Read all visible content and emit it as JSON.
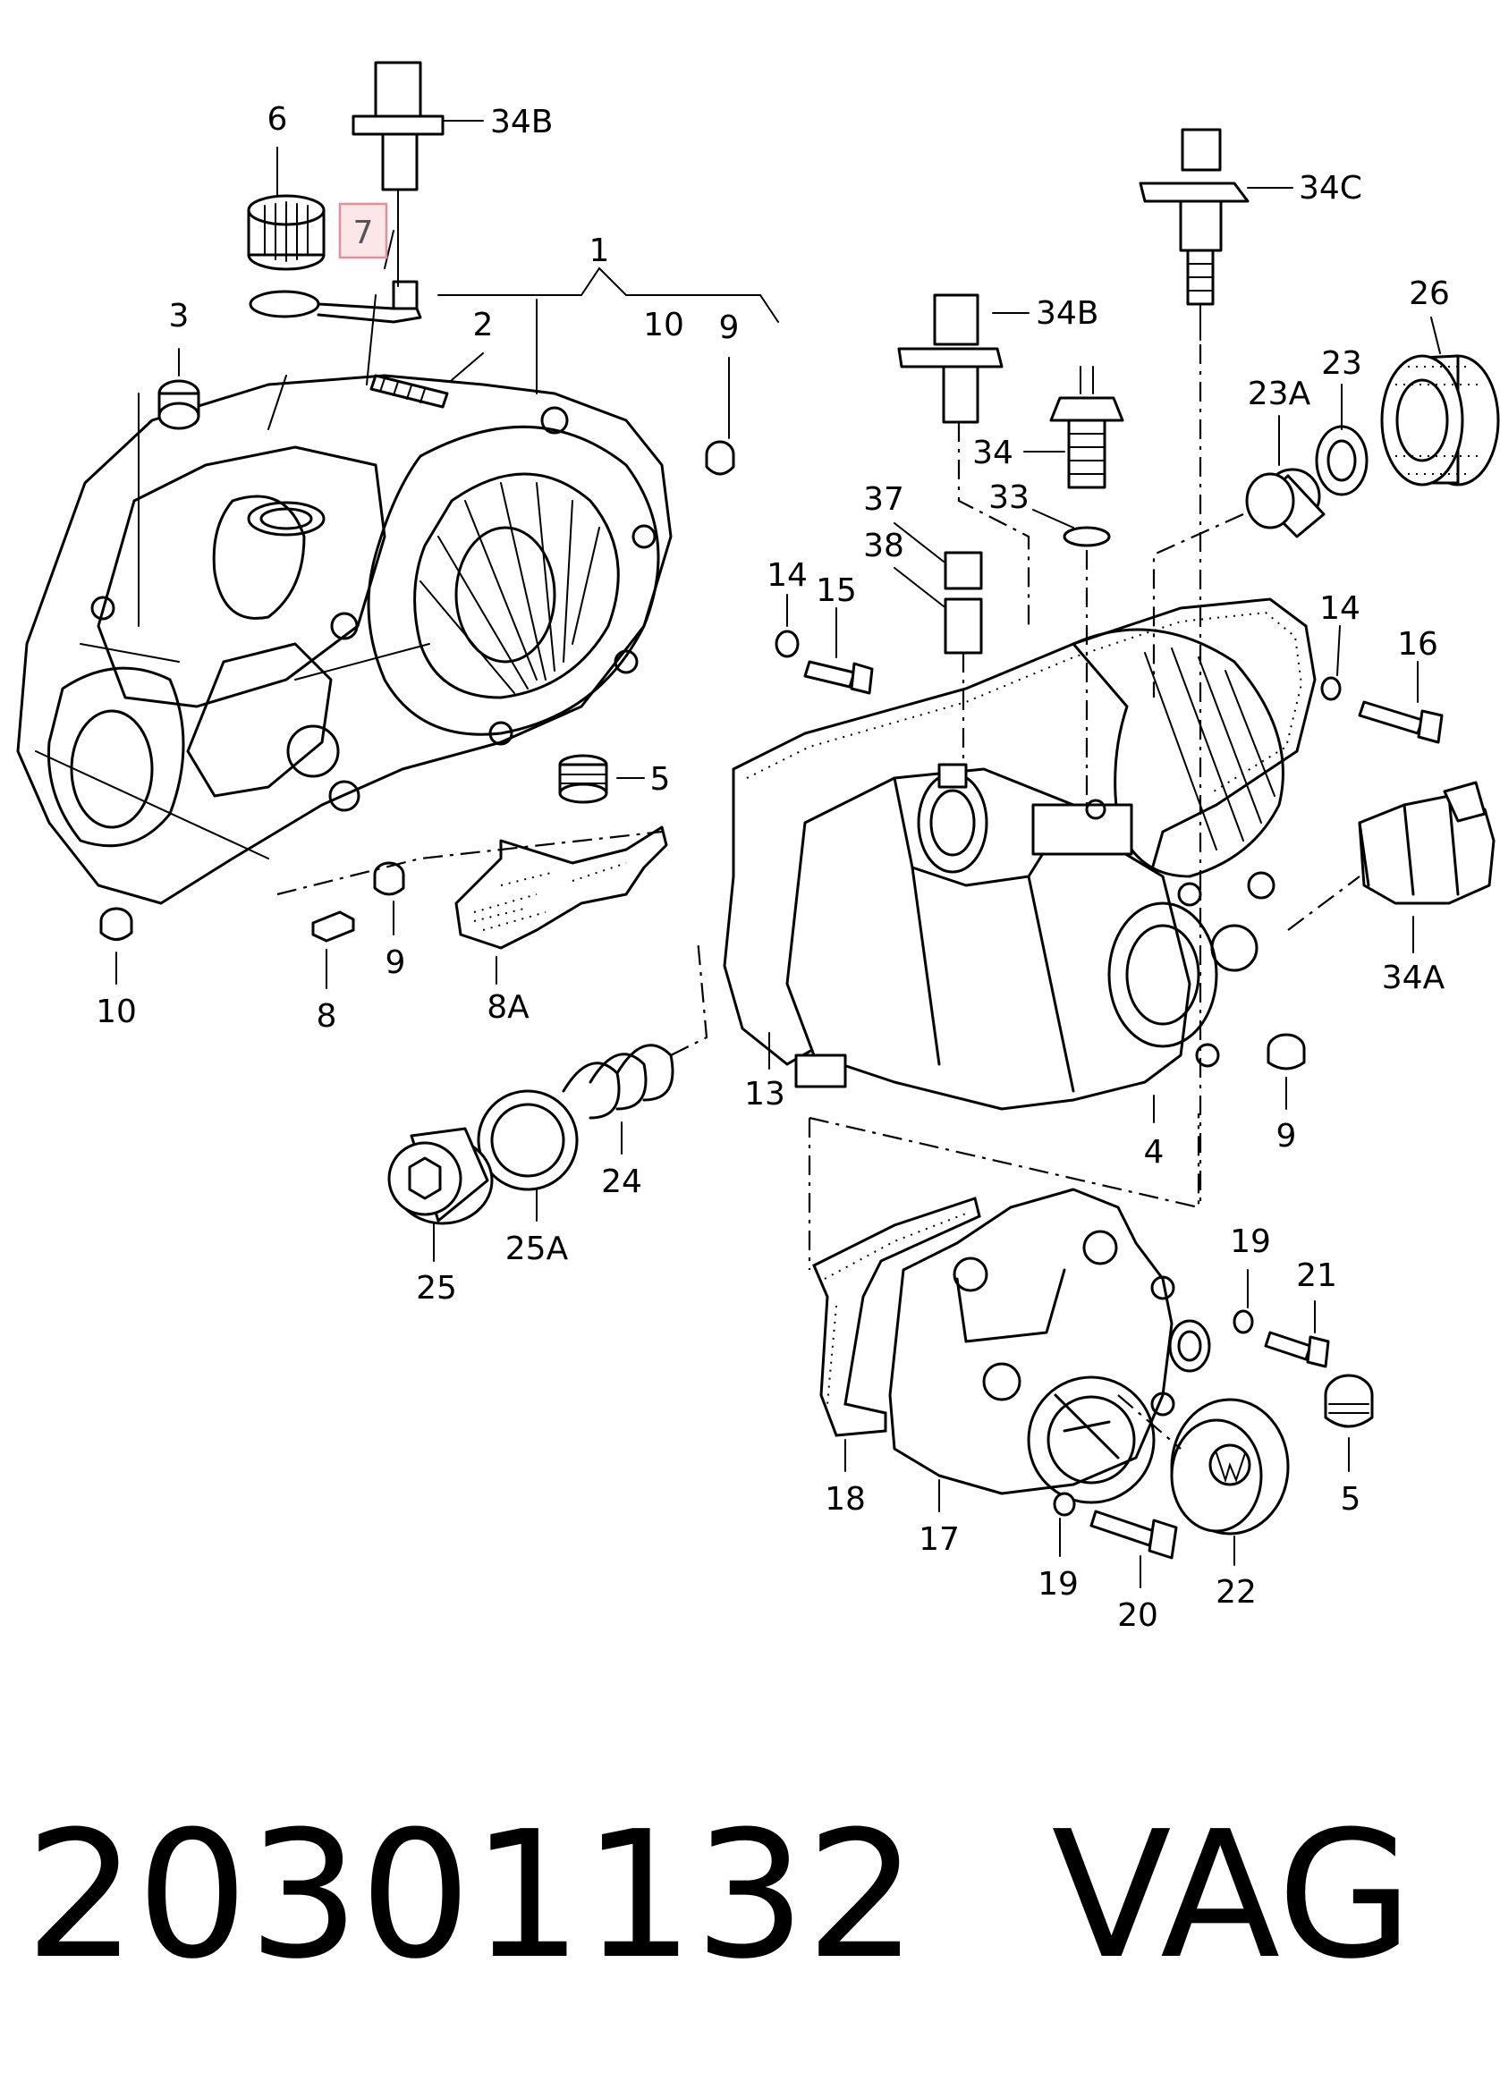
{
  "parts": [
    {
      "id": "p6",
      "label": "6"
    },
    {
      "id": "p34b_top",
      "label": "34B"
    },
    {
      "id": "p7",
      "label": "7",
      "highlighted": true
    },
    {
      "id": "p1",
      "label": "1"
    },
    {
      "id": "p3",
      "label": "3"
    },
    {
      "id": "p2",
      "label": "2"
    },
    {
      "id": "p10_top",
      "label": "10"
    },
    {
      "id": "p9_top",
      "label": "9"
    },
    {
      "id": "p34c",
      "label": "34C"
    },
    {
      "id": "p34b_mid",
      "label": "34B"
    },
    {
      "id": "p26",
      "label": "26"
    },
    {
      "id": "p23",
      "label": "23"
    },
    {
      "id": "p23a",
      "label": "23A"
    },
    {
      "id": "p34",
      "label": "34"
    },
    {
      "id": "p37",
      "label": "37"
    },
    {
      "id": "p33",
      "label": "33"
    },
    {
      "id": "p38",
      "label": "38"
    },
    {
      "id": "p14_left",
      "label": "14"
    },
    {
      "id": "p15",
      "label": "15"
    },
    {
      "id": "p14_right",
      "label": "14"
    },
    {
      "id": "p16",
      "label": "16"
    },
    {
      "id": "p5_mid",
      "label": "5"
    },
    {
      "id": "p34a",
      "label": "34A"
    },
    {
      "id": "p10_bottom",
      "label": "10"
    },
    {
      "id": "p8",
      "label": "8"
    },
    {
      "id": "p9_left",
      "label": "9"
    },
    {
      "id": "p8a",
      "label": "8A"
    },
    {
      "id": "p13",
      "label": "13"
    },
    {
      "id": "p4",
      "label": "4"
    },
    {
      "id": "p9_right",
      "label": "9"
    },
    {
      "id": "p24",
      "label": "24"
    },
    {
      "id": "p25a",
      "label": "25A"
    },
    {
      "id": "p25",
      "label": "25"
    },
    {
      "id": "p19_top",
      "label": "19"
    },
    {
      "id": "p21",
      "label": "21"
    },
    {
      "id": "p5_bottom",
      "label": "5"
    },
    {
      "id": "p18",
      "label": "18"
    },
    {
      "id": "p17",
      "label": "17"
    },
    {
      "id": "p19_bottom",
      "label": "19"
    },
    {
      "id": "p20",
      "label": "20"
    },
    {
      "id": "p22",
      "label": "22"
    }
  ],
  "footer": {
    "part_number": "20301132",
    "brand": "VAG"
  },
  "colors": {
    "ink": "#000000",
    "highlight_border": "#e88c99",
    "highlight_fill": "#fbe6e8",
    "highlight_text": "#555555"
  }
}
